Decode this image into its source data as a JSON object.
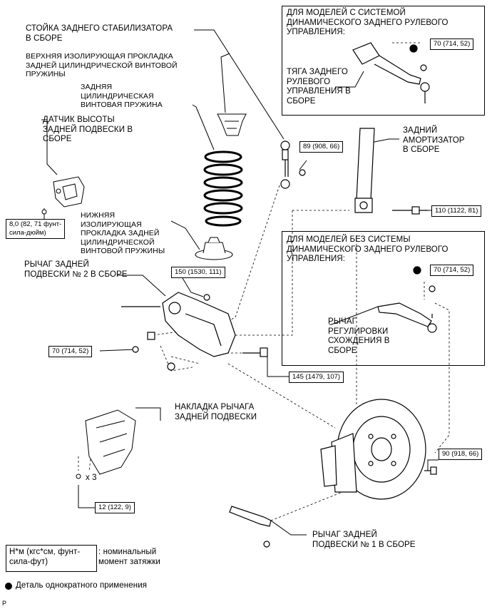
{
  "labels": {
    "stabilizer_link": "СТОЙКА ЗАДНЕГО СТАБИЛИЗАТОРА\nВ СБОРЕ",
    "upper_insulator": "ВЕРХНЯЯ ИЗОЛИРУЮЩАЯ ПРОКЛАДКА\nЗАДНЕЙ ЦИЛИНДРИЧЕСКОЙ ВИНТОВОЙ\nПРУЖИНЫ",
    "coil_spring": "ЗАДНЯЯ\nЦИЛИНДРИЧЕСКАЯ\nВИНТОВАЯ ПРУЖИНА",
    "height_sensor": "ДАТЧИК ВЫСОТЫ\nЗАДНЕЙ ПОДВЕСКИ В\nСБОРЕ",
    "lower_insulator": "НИЖНЯЯ\nИЗОЛИРУЮЩАЯ\nПРОКЛАДКА ЗАДНЕЙ\nЦИЛИНДРИЧЕСКОЙ\nВИНТОВОЙ ПРУЖИНЫ",
    "arm_no2": "РЫЧАГ ЗАДНЕЙ\nПОДВЕСКИ № 2 В СБОРЕ",
    "shock_absorber": "ЗАДНИЙ\nАМОРТИЗАТОР\nВ СБОРЕ",
    "with_drs_title": "ДЛЯ МОДЕЛЕЙ С СИСТЕМОЙ\nДИНАМИЧЕСКОГО ЗАДНЕГО РУЛЕВОГО\nУПРАВЛЕНИЯ:",
    "steering_rod": "ТЯГА ЗАДНЕГО\nРУЛЕВОГО\nУПРАВЛЕНИЯ В\nСБОРЕ",
    "without_drs_title": "ДЛЯ МОДЕЛЕЙ БЕЗ СИСТЕМЫ\nДИНАМИЧЕСКОГО ЗАДНЕГО РУЛЕВОГО\nУПРАВЛЕНИЯ:",
    "toe_arm": "РЫЧАГ\nРЕГУЛИРОВКИ\nСХОЖДЕНИЯ В\nСБОРЕ",
    "arm_cover": "НАКЛАДКА РЫЧАГА\nЗАДНЕЙ ПОДВЕСКИ",
    "arm_no1": "РЫЧАГ ЗАДНЕЙ\nПОДВЕСКИ № 1 В СБОРЕ",
    "x3": "x 3",
    "legend_unit": "Н*м (кгс*см, фунт-\nсила-фут)",
    "legend_desc": ": номинальный\nмомент затяжки",
    "legend_onetime": "Деталь однократного применения",
    "corner_p": "P"
  },
  "torques": {
    "t_89": "89 (908, 66)",
    "t_80": "8,0 (82, 71 фунт-\nсила-дюйм)",
    "t_110": "110 (1122, 81)",
    "t_150": "150 (1530, 111)",
    "t_70_left": "70 (714, 52)",
    "t_145": "145 (1479, 107)",
    "t_70_top": "70 (714, 52)",
    "t_70_mid": "70 (714, 52)",
    "t_90": "90 (918, 66)",
    "t_12": "12 (122, 9)"
  }
}
